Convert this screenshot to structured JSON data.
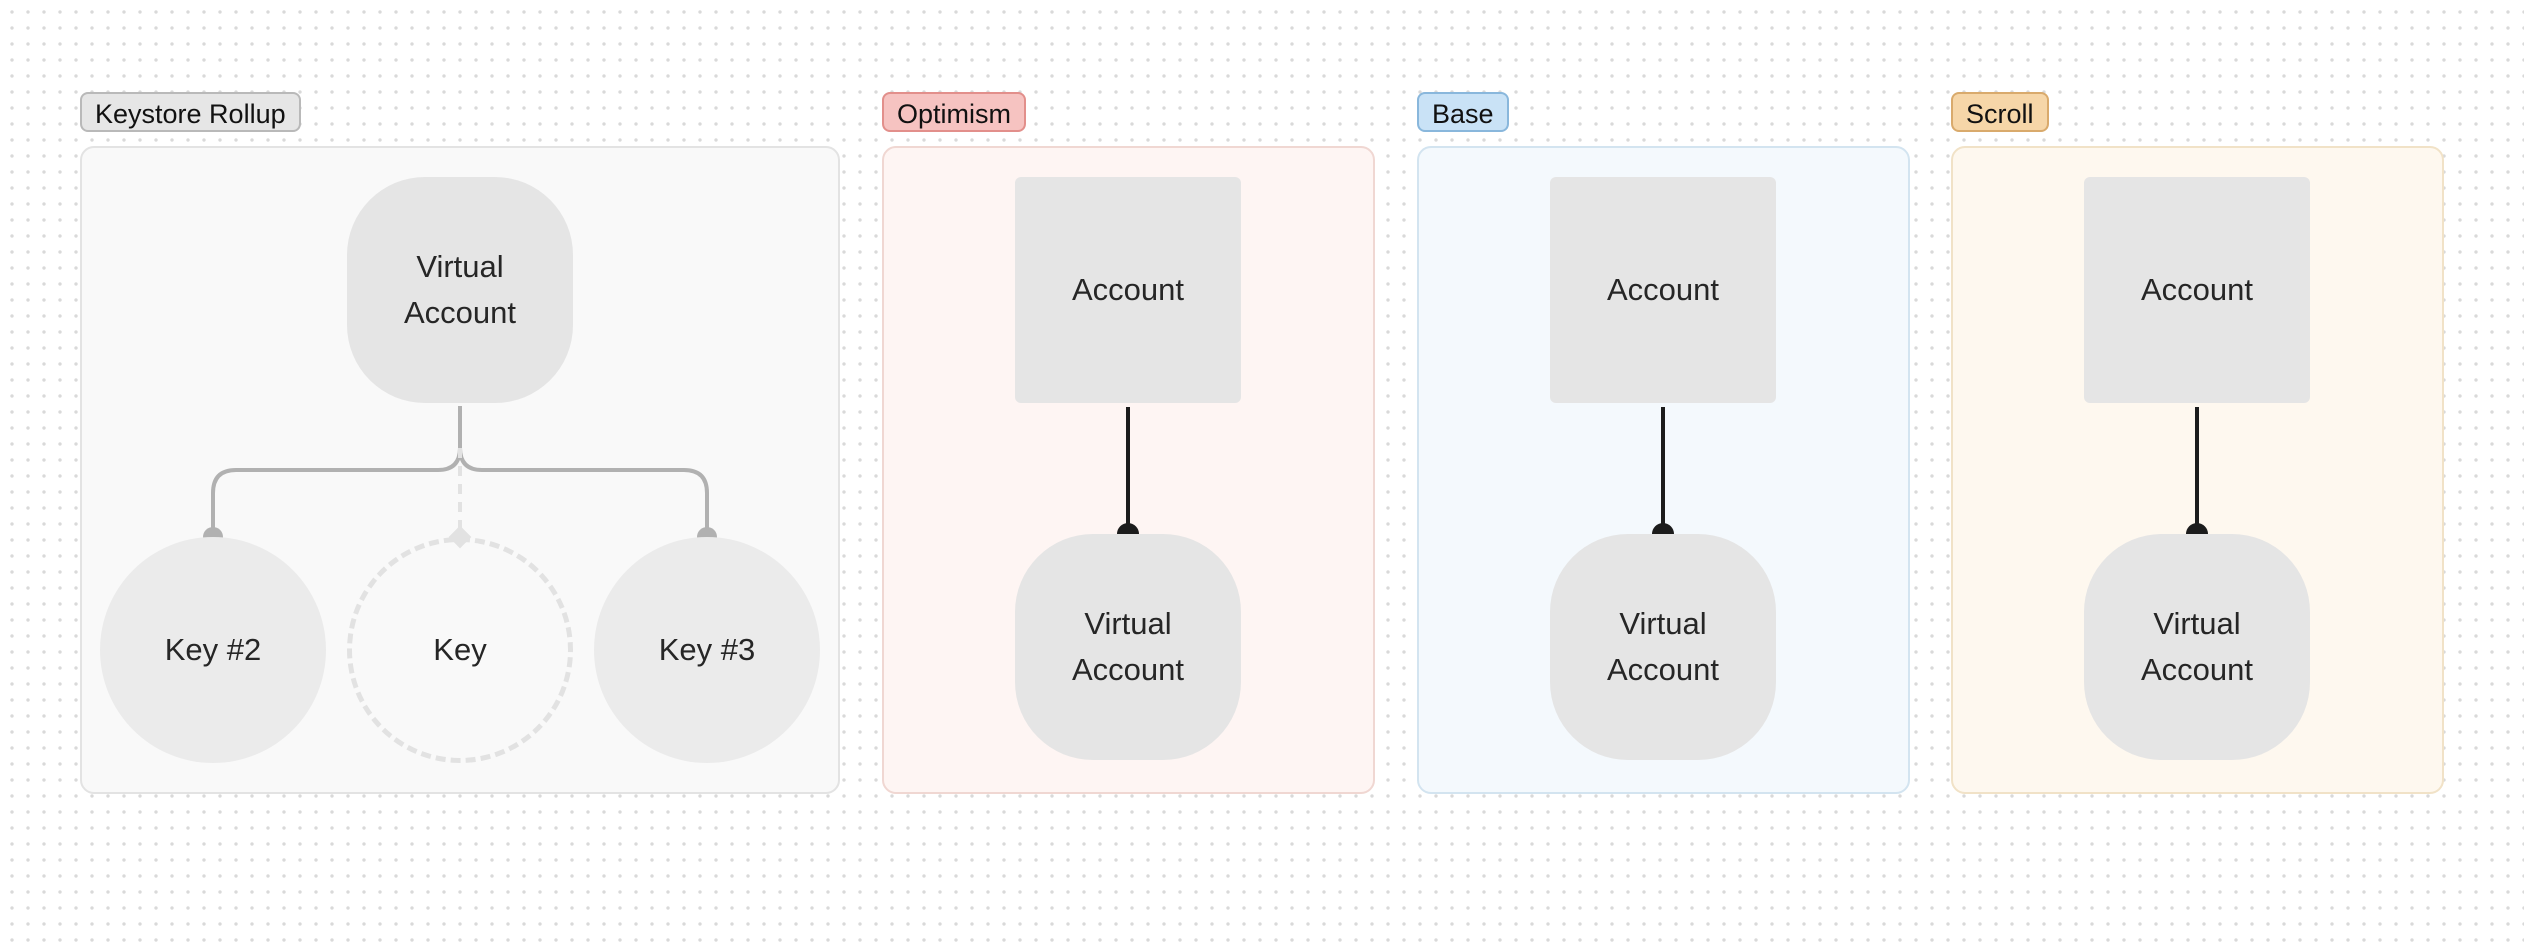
{
  "colors": {
    "keystore_frame_bg": "#f9f9f9",
    "keystore_frame_border": "#e3e3e3",
    "keystore_tag_bg": "#e6e6e6",
    "keystore_tag_border": "#b9b9b9",
    "optimism_frame_bg": "#fef5f3",
    "optimism_frame_border": "#f0d7d2",
    "optimism_tag_bg": "#f6c3c1",
    "optimism_tag_border": "#e28f8b",
    "base_frame_bg": "#f4f9fd",
    "base_frame_border": "#d3e4f0",
    "base_tag_bg": "#c9e2f6",
    "base_tag_border": "#89b7dc",
    "scroll_frame_bg": "#fef8ef",
    "scroll_frame_border": "#f1e2c7",
    "scroll_tag_bg": "#f6d6a8",
    "scroll_tag_border": "#d9aa6c",
    "node_fill": "#e5e5e5",
    "wire_grey": "#b1b1b1",
    "wire_dark": "#1c1c1c",
    "dashed_grey": "#e2e2e2"
  },
  "keystore": {
    "label": "Keystore Rollup",
    "virtual_account": "Virtual\nAccount",
    "key_left": "Key #2",
    "key_center": "Key",
    "key_right": "Key #3"
  },
  "optimism": {
    "label": "Optimism",
    "account": "Account",
    "virtual_account": "Virtual\nAccount"
  },
  "base": {
    "label": "Base",
    "account": "Account",
    "virtual_account": "Virtual\nAccount"
  },
  "scroll": {
    "label": "Scroll",
    "account": "Account",
    "virtual_account": "Virtual\nAccount"
  }
}
